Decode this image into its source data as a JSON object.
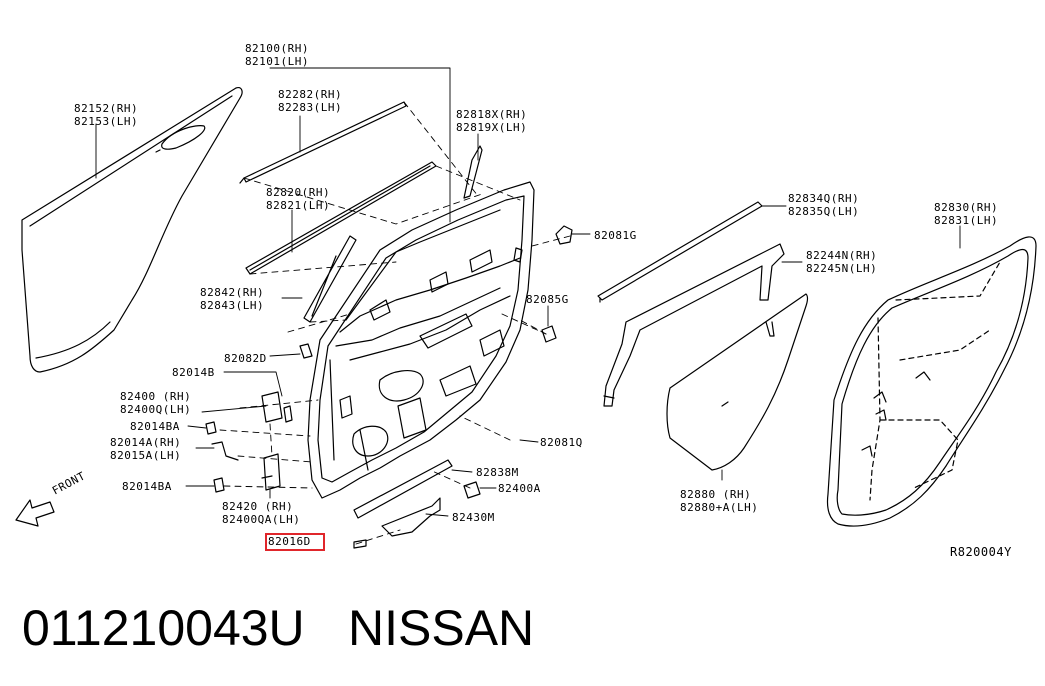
{
  "parts": {
    "p82100": "82100(RH)",
    "p82101": "82101(LH)",
    "p82152": "82152(RH)",
    "p82153": "82153(LH)",
    "p82282": "82282(RH)",
    "p82283": "82283(LH)",
    "p82818": "82818X(RH)",
    "p82819": "82819X(LH)",
    "p82820": "82820(RH)",
    "p82821": "82821(LH)",
    "p82081G": "82081G",
    "p82834Q": "82834Q(RH)",
    "p82835Q": "82835Q(LH)",
    "p82830": "82830(RH)",
    "p82831": "82831(LH)",
    "p82244N": "82244N(RH)",
    "p82245N": "82245N(LH)",
    "p82842": "82842(RH)",
    "p82843": "82843(LH)",
    "p82085G": "82085G",
    "p82082D": "82082D",
    "p82014B": "82014B",
    "p82400": "82400 (RH)",
    "p82400Q": "82400Q(LH)",
    "p82014BA1": "82014BA",
    "p82014A": "82014A(RH)",
    "p82015A": "82015A(LH)",
    "p82081Q": "82081Q",
    "p82838M": "82838M",
    "p82400A": "82400A",
    "p82014BA2": "82014BA",
    "p82420": "82420 (RH)",
    "p82400QA": "82400QA(LH)",
    "p82430M": "82430M",
    "p82880": "82880 (RH)",
    "p82880A": "82880+A(LH)",
    "p82016D": "82016D",
    "front": "FRONT",
    "ref": "R820004Y"
  },
  "caption": {
    "part_number": "011210043U",
    "brand": "NISSAN"
  },
  "colors": {
    "line": "#000000",
    "highlight": "#e0262b",
    "background": "#ffffff"
  }
}
